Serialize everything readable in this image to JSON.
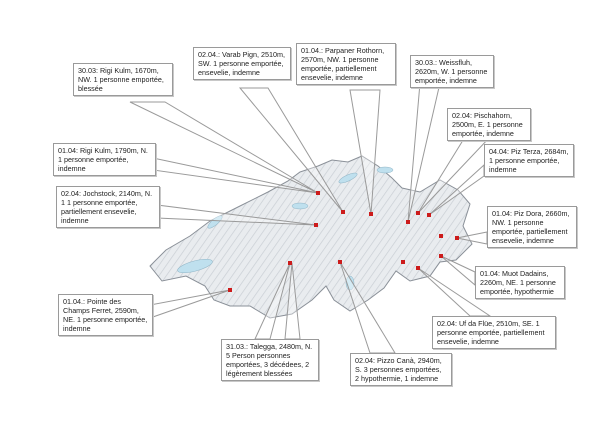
{
  "title": "Avalanche incidents map, Switzerland",
  "colors": {
    "marker": "#cc1b1b",
    "border": "#9a9a9a",
    "terrain": "#e4e7ea",
    "lake": "#bfe0ee"
  },
  "callouts": [
    {
      "id": "rigi-kulm-3003",
      "text": "30.03: Rigi Kulm, 1670m, NW. 1 personne emportée, blessée"
    },
    {
      "id": "varab-pign",
      "text": "02.04.: Varab Pign, 2510m, SW. 1 personne emportée, ensevelie, indemne"
    },
    {
      "id": "parpaner-rothorn",
      "text": "01.04.: Parpaner Rothorn, 2570m, NW. 1 personne emportée, partiellement ensevelie, indemne"
    },
    {
      "id": "weissfluh",
      "text": "30.03.: Weissfluh, 2620m, W. 1 personne emportée, indemne"
    },
    {
      "id": "pischahorn",
      "text": "02.04: Pischahorn, 2500m, E. 1 personne emportée, indemne"
    },
    {
      "id": "piz-terza",
      "text": "04.04: Piz Terza, 2684m, 1 personne emportée, indemne"
    },
    {
      "id": "rigi-kulm-0104",
      "text": "01.04: Rigi Kulm, 1790m, N. 1 personne emportée, indemne"
    },
    {
      "id": "jochstock",
      "text": "02.04: Jochstock, 2140m, N. 1 1 personne emportée, partiellement ensevelie, indemne"
    },
    {
      "id": "piz-dora",
      "text": "01.04: Piz Dora, 2660m, NW. 1 personne emportée, partiellement ensevelie, indemne"
    },
    {
      "id": "muot-dadains",
      "text": "01.04: Muot Dadains, 2260m, NE. 1 personne emportée, hypothermie"
    },
    {
      "id": "pointe-des-champs-ferret",
      "text": "01.04.: Pointe des Champs Ferret, 2590m, NE. 1 personne emportée, indemne"
    },
    {
      "id": "talegga",
      "text": "31.03.: Talegga, 2480m, N. 5 Person personnes emportées, 3 décédees, 2 légèrement blessées"
    },
    {
      "id": "uf-da-flue",
      "text": "02.04: Uf da Flüe, 2510m, SE. 1 personne emportée, partiellement ensevelie, indemne"
    },
    {
      "id": "pizzo-cana",
      "text": "02.04: Pizzo Canà, 2940m, S. 3 personnes emportées, 2 hypothermie, 1 indemne"
    }
  ]
}
